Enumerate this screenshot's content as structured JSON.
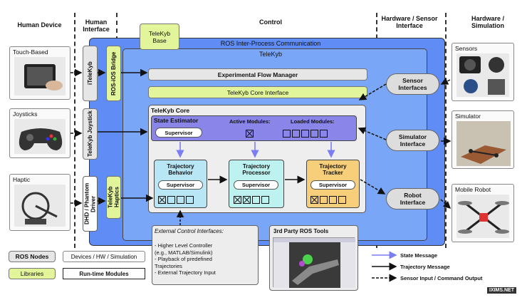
{
  "columns": {
    "human_device": "Human Device",
    "human_interface": "Human\nInterface",
    "control": "Control",
    "hardware_sensor_interface": "Hardware / Sensor\nInterface",
    "hardware_simulation": "Hardware /\nSimulation"
  },
  "devices": [
    {
      "label": "Touch-Based"
    },
    {
      "label": "Joysticks"
    },
    {
      "label": "Haptic"
    }
  ],
  "interfaces": {
    "ios": "iTeleKyb",
    "ros_ios_bridge": "ROS-iOS Bridge",
    "joystick": "TeleKyb Joystick",
    "dhd": "DHD / Phantom Driver",
    "haptics": "TeleKyb Haptics"
  },
  "control": {
    "telekyb_base": "TeleKyb\nBase",
    "ros_ipc": "ROS Inter-Process Communication",
    "telekyb": "TeleKyb",
    "experimental_flow_manager": "Experimental Flow Manager",
    "core_interface": "TeleKyb Core Interface",
    "core": "TeleKyb Core",
    "state_estimator": "State Estimator",
    "active_modules": "Active Modules:",
    "loaded_modules": "Loaded Modules:",
    "supervisor": "Supervisor",
    "trajectory_behavior": "Trajectory\nBehavior",
    "trajectory_processor": "Trajectory\nProcessor",
    "trajectory_tracker": "Trajectory\nTracker",
    "external_title": "External Control Interfaces:",
    "external_items": "- Higher Level Controller\n(e.g., MATLAB/Simulink)\n- Playback of predefined\nTrajectories\n- External Trajectory Input",
    "third_party": "3rd Party ROS Tools"
  },
  "hw_interfaces": {
    "sensor": "Sensor\nInterfaces",
    "simulator": "Simulator\nInterface",
    "robot": "Robot\nInterface"
  },
  "hardware": [
    {
      "label": "Sensors"
    },
    {
      "label": "Simulator"
    },
    {
      "label": "Mobile Robot"
    }
  ],
  "legend": {
    "ros_nodes": "ROS Nodes",
    "devices": "Devices / HW / Simulation",
    "libraries": "Libraries",
    "runtime_modules": "Run-time Modules",
    "state_message": "State Message",
    "trajectory_message": "Trajectory Message",
    "sensor_io": "Sensor Input / Command Output"
  },
  "watermark": "IXIMS.NET",
  "colors": {
    "ros_ipc_blue": "#5f8df5",
    "telekyb_blue": "#7aa6f7",
    "state_estimator_purple": "#8a85e8",
    "behavior_cyan": "#b9e6f5",
    "processor_cyan": "#bdf2f0",
    "tracker_orange": "#f7cf7a",
    "library_green": "#e3f59a",
    "state_arrow": "#7a7ef0"
  }
}
